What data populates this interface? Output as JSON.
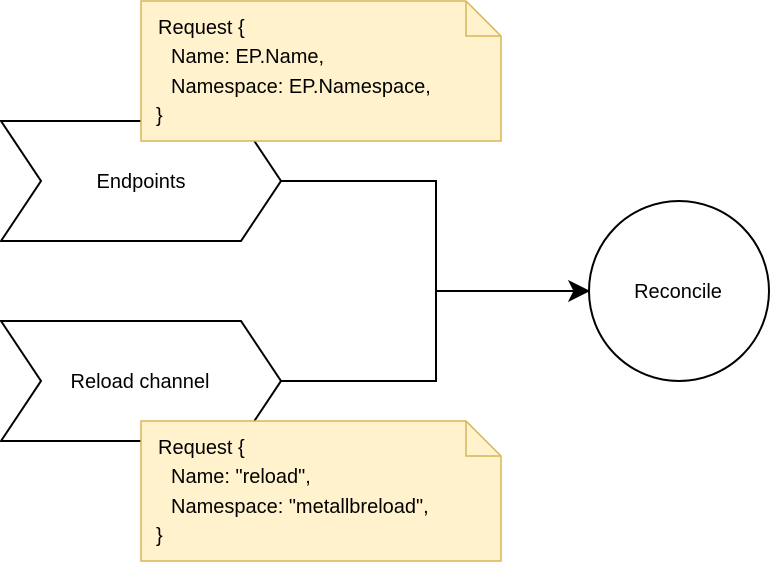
{
  "nodes": {
    "endpoints": {
      "label": "Endpoints"
    },
    "reload_channel": {
      "label": "Reload channel"
    },
    "reconcile": {
      "label": "Reconcile"
    }
  },
  "notes": {
    "endpoints_request": {
      "lines": [
        "Request {",
        "Name: EP.Name,",
        "Namespace: EP.Namespace,",
        "}"
      ]
    },
    "reload_request": {
      "lines": [
        "Request {",
        "Name: \"reload\",",
        "Namespace: \"metallbreload\",",
        "}"
      ]
    }
  },
  "colors": {
    "note_fill": "#fff2cc",
    "note_stroke": "#d6b656",
    "stroke": "#000000",
    "background": "#ffffff"
  }
}
